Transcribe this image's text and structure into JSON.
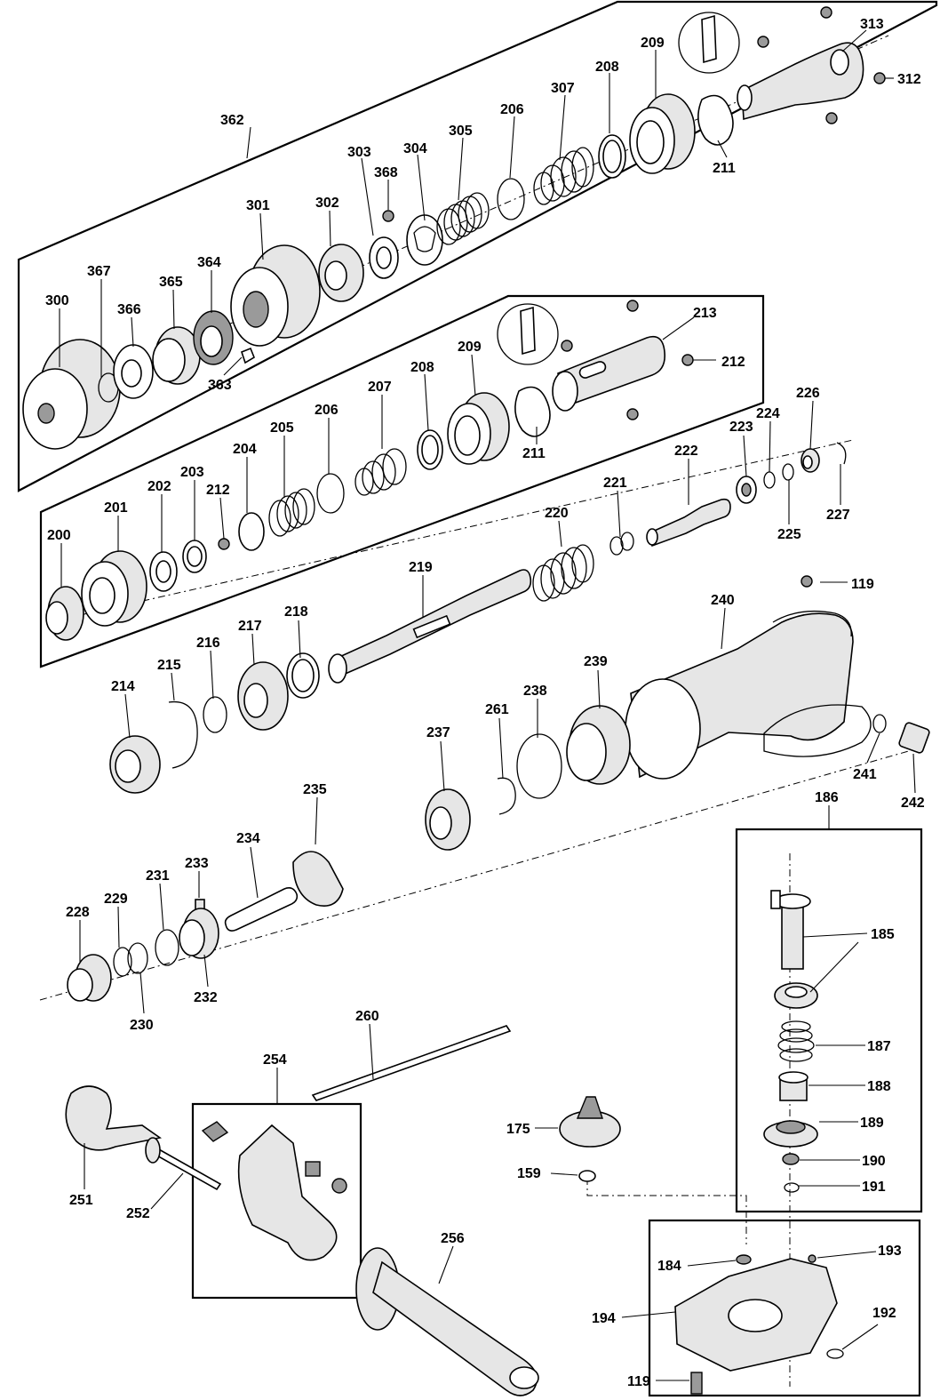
{
  "labels": {
    "l300": "300",
    "l367": "367",
    "l366": "366",
    "l365": "365",
    "l364": "364",
    "l363": "363",
    "l301": "301",
    "l302": "302",
    "l303": "303",
    "l368": "368",
    "l304": "304",
    "l305": "305",
    "l206a": "206",
    "l307": "307",
    "l208a": "208",
    "l209a": "209",
    "l211a": "211",
    "l313": "313",
    "l312": "312",
    "l362": "362",
    "l213": "213",
    "l212a": "212",
    "l209b": "209",
    "l208b": "208",
    "l207": "207",
    "l206b": "206",
    "l211b": "211",
    "l205": "205",
    "l204": "204",
    "l212b": "212",
    "l203": "203",
    "l202": "202",
    "l201": "201",
    "l200": "200",
    "l226": "226",
    "l224": "224",
    "l223": "223",
    "l222": "222",
    "l221": "221",
    "l220": "220",
    "l225": "225",
    "l227": "227",
    "l219": "219",
    "l218": "218",
    "l217": "217",
    "l216": "216",
    "l215": "215",
    "l214": "214",
    "l119a": "119",
    "l240": "240",
    "l239": "239",
    "l238": "238",
    "l261": "261",
    "l237": "237",
    "l241": "241",
    "l242": "242",
    "l235": "235",
    "l234": "234",
    "l233": "233",
    "l231": "231",
    "l229": "229",
    "l228": "228",
    "l232": "232",
    "l230": "230",
    "l186": "186",
    "l185": "185",
    "l187": "187",
    "l188": "188",
    "l189": "189",
    "l190": "190",
    "l191": "191",
    "l175": "175",
    "l159": "159",
    "l184": "184",
    "l193": "193",
    "l194": "194",
    "l192": "192",
    "l119b": "119",
    "l260": "260",
    "l254": "254",
    "l251": "251",
    "l252": "252",
    "l256": "256"
  }
}
